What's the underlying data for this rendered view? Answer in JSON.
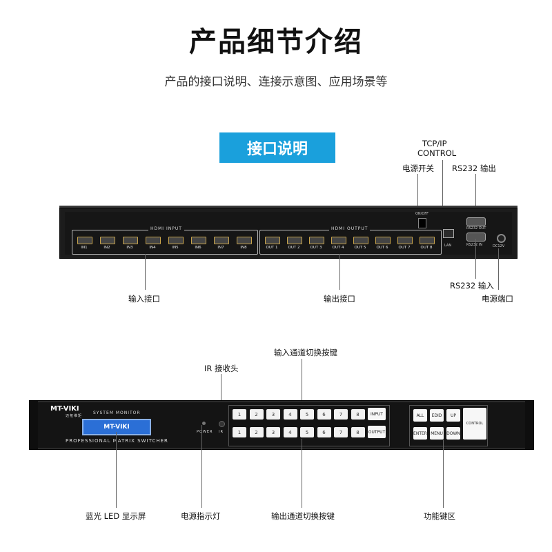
{
  "header": {
    "title": "产品细节介绍",
    "subtitle": "产品的接口说明、连接示意图、应用场景等",
    "section_badge": "接口说明"
  },
  "rear_panel": {
    "hdmi_input_caption": "HDMI INPUT",
    "hdmi_output_caption": "HDMI OUTPUT",
    "inputs": [
      "IN1",
      "IN2",
      "IN3",
      "IN4",
      "IN5",
      "IN6",
      "IN7",
      "IN8"
    ],
    "outputs": [
      "OUT 1",
      "OUT 2",
      "OUT 3",
      "OUT 4",
      "OUT 5",
      "OUT 6",
      "OUT 7",
      "OUT 8"
    ],
    "onoff_label": "ON/OFF",
    "lan_label": "LAN",
    "rs232_out_label": "RS232 OUT",
    "rs232_in_label": "RS232 IN",
    "dc_label": "DC12V"
  },
  "rear_callouts": {
    "tcp_ip": "TCP/IP",
    "control": "CONTROL",
    "power_switch": "电源开关",
    "rs232_out": "RS232 输出",
    "input_port": "输入接口",
    "output_port": "输出接口",
    "rs232_in": "RS232 输入",
    "power_port": "电源端口"
  },
  "front_panel": {
    "brand": "MT-VIKI",
    "brand_sub": "迈拓维矩",
    "system_monitor": "SYSTEM MONITOR",
    "lcd_text": "MT-VIKI",
    "product_name": "PROFESSIONAL MATRIX SWITCHER",
    "power_label": "POWER",
    "ir_label": "IR",
    "channel_keys": [
      "1",
      "2",
      "3",
      "4",
      "5",
      "6",
      "7",
      "8"
    ],
    "input_key": "INPUT",
    "output_key": "OUTPUT",
    "func_keys": [
      "ALL",
      "EDID",
      "UP",
      "ENTER",
      "MENU",
      "DOWN"
    ],
    "control_label": "CONTROL"
  },
  "front_callouts": {
    "input_switch_keys": "输入通道切换按键",
    "ir_receiver": "IR 接收头",
    "lcd_screen": "蓝光 LED 显示屏",
    "power_indicator": "电源指示灯",
    "output_switch_keys": "输出通道切换按键",
    "function_keys": "功能键区"
  }
}
